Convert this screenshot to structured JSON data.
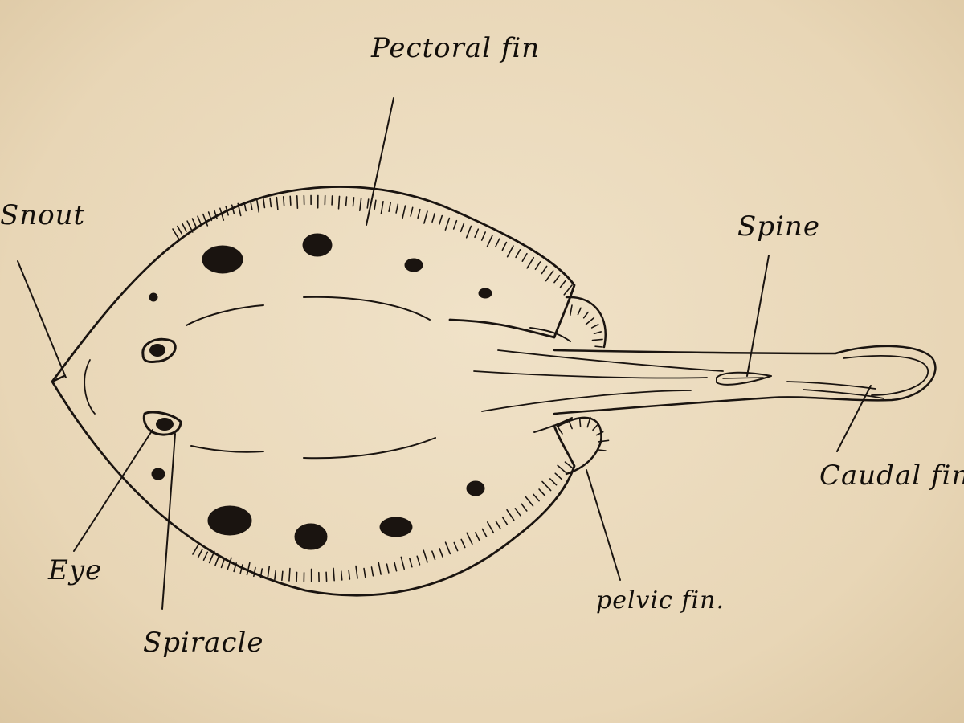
{
  "labels": {
    "pectoral_fin": "Pectoral fin",
    "snout": "Snout",
    "spine": "Spine",
    "caudal_fin": "Caudal fin",
    "pelvic_fin": "pelvic fin.",
    "eye": "Eye",
    "spiracle": "Spiracle"
  },
  "colors": {
    "paper": "#ecdcc0",
    "ink": "#1a1410"
  }
}
